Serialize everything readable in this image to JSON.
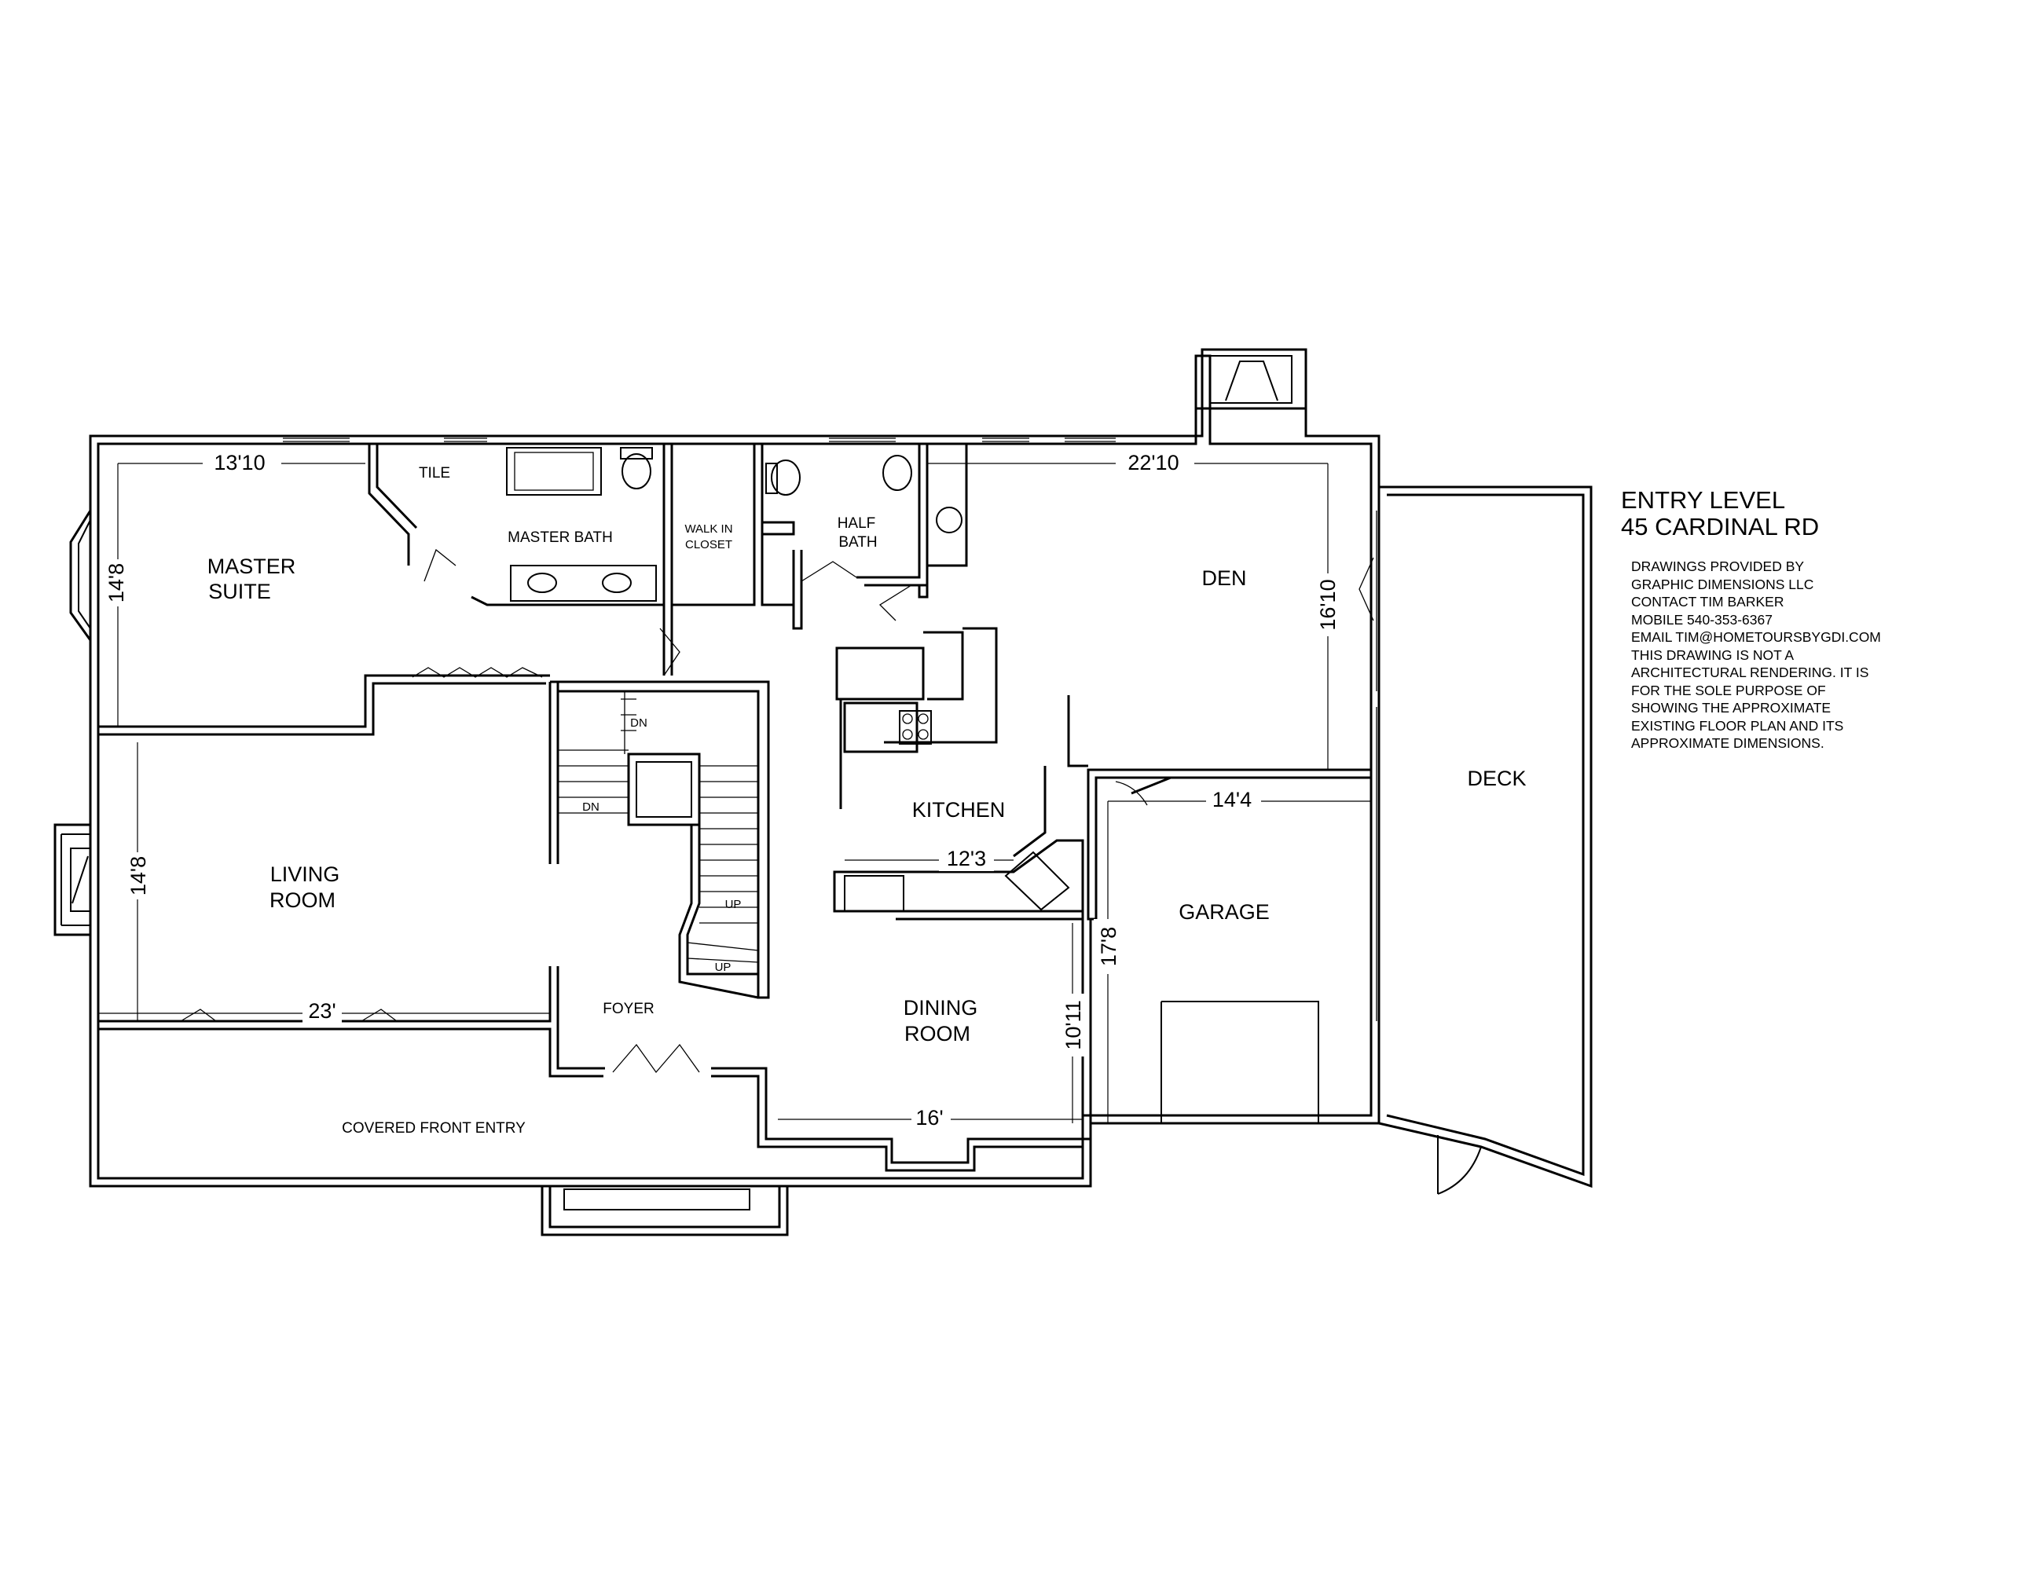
{
  "title": {
    "line1": "ENTRY LEVEL",
    "line2": "45 CARDINAL RD"
  },
  "notes": [
    "DRAWINGS PROVIDED BY",
    "GRAPHIC DIMENSIONS LLC",
    "CONTACT TIM BARKER",
    "MOBILE  540-353-6367",
    "EMAIL TIM@HOMETOURSBYGDI.COM",
    "THIS DRAWING IS NOT A",
    "ARCHITECTURAL RENDERING.  IT IS",
    "FOR THE SOLE PURPOSE OF",
    "SHOWING THE APPROXIMATE",
    "EXISTING FLOOR PLAN AND ITS",
    "APPROXIMATE DIMENSIONS."
  ],
  "rooms": {
    "master_suite": [
      "MASTER",
      "SUITE"
    ],
    "tile": "TILE",
    "master_bath": "MASTER BATH",
    "walk_in_closet": [
      "WALK IN",
      "CLOSET"
    ],
    "half_bath": [
      "HALF",
      "BATH"
    ],
    "den": "DEN",
    "kitchen": "KITCHEN",
    "living_room": [
      "LIVING",
      "ROOM"
    ],
    "foyer": "FOYER",
    "dining_room": [
      "DINING",
      "ROOM"
    ],
    "garage": "GARAGE",
    "deck": "DECK",
    "covered_front_entry": "COVERED FRONT ENTRY"
  },
  "stairs": {
    "dn_upper": "DN",
    "dn_landing": "DN",
    "up_main": "UP",
    "up_lower": "UP"
  },
  "dimensions": {
    "master_width": "13'10",
    "master_depth": "14'8",
    "den_width": "22'10",
    "den_depth": "16'10",
    "living_depth": "14'8",
    "living_width": "23'",
    "kitchen_width": "12'3",
    "garage_width": "14'4",
    "garage_depth": "17'8",
    "dining_depth": "10'11",
    "dining_width": "16'"
  }
}
